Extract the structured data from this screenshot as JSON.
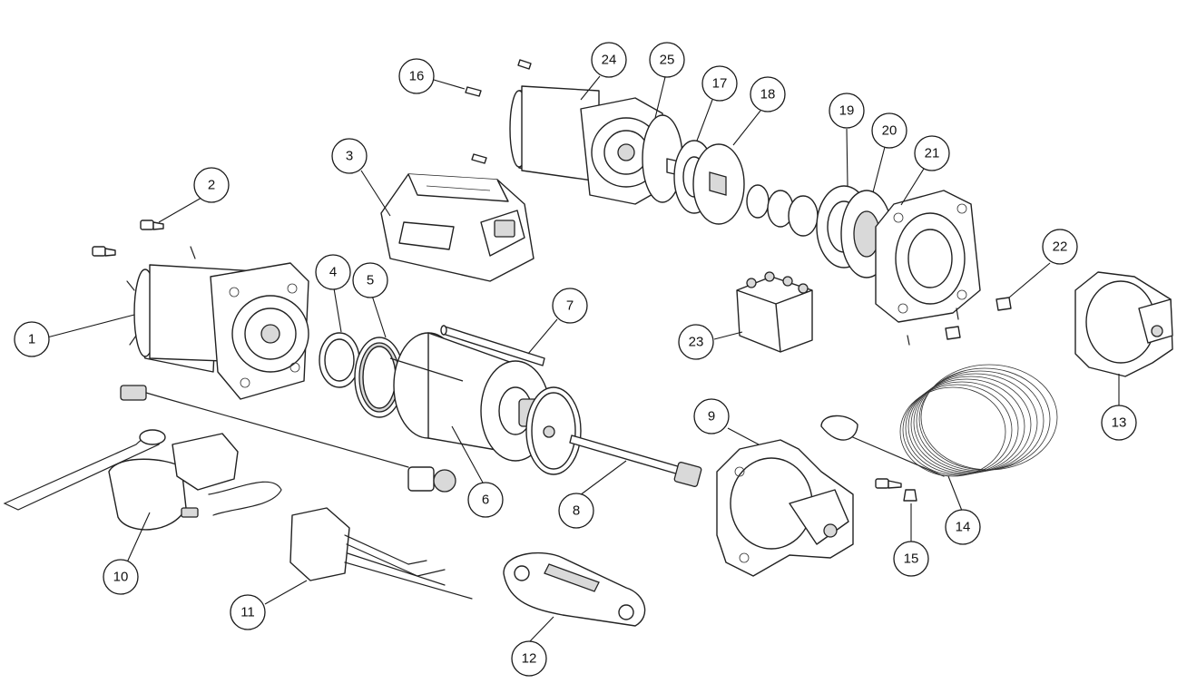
{
  "diagram": {
    "callouts": [
      {
        "id": "1",
        "label": "1"
      },
      {
        "id": "2",
        "label": "2"
      },
      {
        "id": "3",
        "label": "3"
      },
      {
        "id": "4",
        "label": "4"
      },
      {
        "id": "5",
        "label": "5"
      },
      {
        "id": "6",
        "label": "6"
      },
      {
        "id": "7",
        "label": "7"
      },
      {
        "id": "8",
        "label": "8"
      },
      {
        "id": "9",
        "label": "9"
      },
      {
        "id": "10",
        "label": "10"
      },
      {
        "id": "11",
        "label": "11"
      },
      {
        "id": "12",
        "label": "12"
      },
      {
        "id": "13",
        "label": "13"
      },
      {
        "id": "14",
        "label": "14"
      },
      {
        "id": "15",
        "label": "15"
      },
      {
        "id": "16",
        "label": "16"
      },
      {
        "id": "17",
        "label": "17"
      },
      {
        "id": "18",
        "label": "18"
      },
      {
        "id": "19",
        "label": "19"
      },
      {
        "id": "20",
        "label": "20"
      },
      {
        "id": "21",
        "label": "21"
      },
      {
        "id": "22",
        "label": "22"
      },
      {
        "id": "23",
        "label": "23"
      },
      {
        "id": "24",
        "label": "24"
      },
      {
        "id": "25",
        "label": "25"
      }
    ],
    "colors": {
      "line": "#1a1a1a",
      "background": "#ffffff",
      "shade": "#d9d9d9"
    }
  }
}
